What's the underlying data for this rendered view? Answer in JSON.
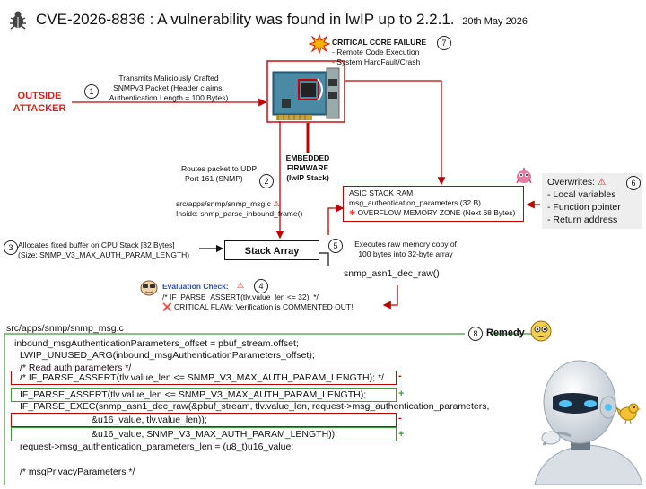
{
  "header": {
    "title": "CVE-2026-8836 : A vulnerability was found in lwIP up to 2.2.1.",
    "date": "20th May 2026"
  },
  "attacker": {
    "line1": "OUTSIDE",
    "line2": "ATTACKER",
    "step": "1",
    "desc1": "Transmits Maliciously Crafted",
    "desc2": "SNMPv3 Packet (Header claims:",
    "desc3": "Authentication Length = 100 Bytes)"
  },
  "failure": {
    "step": "7",
    "title": "CRITICAL CORE FAILURE",
    "item1": "- Remote Code Execution",
    "item2": "- System HardFault/Crash"
  },
  "firmware": {
    "line1": "EMBEDDED",
    "line2": "FIRMWARE",
    "line3": "(lwIP Stack)"
  },
  "route": {
    "line1": "Routes packet to UDP",
    "line2": "Port 161 (SNMP)",
    "step": "2"
  },
  "source_file": {
    "line1": "src/apps/snmp/snmp_msg.c",
    "line2": "Inside: snmp_parse_inbound_frame()"
  },
  "asic": {
    "line1": "ASIC STACK RAM",
    "line2": "msg_authentication_parameters (32 B)",
    "line3": "OVERFLOW MEMORY ZONE (Next 68 Bytes)"
  },
  "overwrites": {
    "title": "Overwrites:",
    "step": "6",
    "item1": "- Local variables",
    "item2": "- Function pointer",
    "item3": "- Return address"
  },
  "alloc": {
    "step": "3",
    "line1": "Allocates fixed buffer on CPU Stack [32 Bytes]",
    "line2": "(Size: SNMP_V3_MAX_AUTH_PARAM_LENGTH)"
  },
  "stack_array": {
    "label": "Stack Array"
  },
  "copy": {
    "step": "5",
    "line1": "Executes raw memory copy of",
    "line2": "100 bytes into 32-byte array",
    "func": "snmp_asn1_dec_raw()"
  },
  "evaluation": {
    "label": "Evaluation Check:",
    "step": "4",
    "line1": "/* IF_PARSE_ASSERT(tlv.value_len <= 32); */",
    "line2": "CRITICAL FLAW: Verification is COMMENTED OUT!"
  },
  "remedy": {
    "file": "src/apps/snmp/snmp_msg.c",
    "step": "8",
    "title": "Remedy",
    "lines": [
      "inbound_msgAuthenticationParameters_offset = pbuf_stream.offset;",
      "LWIP_UNUSED_ARG(inbound_msgAuthenticationParameters_offset);",
      "/* Read auth parameters */",
      "/* IF_PARSE_ASSERT(tlv.value_len <= SNMP_V3_MAX_AUTH_PARAM_LENGTH); */",
      "IF_PARSE_ASSERT(tlv.value_len <= SNMP_V3_MAX_AUTH_PARAM_LENGTH);",
      "IF_PARSE_EXEC(snmp_asn1_dec_raw(&pbuf_stream, tlv.value_len, request->msg_authentication_parameters,",
      "&u16_value, tlv.value_len));",
      "&u16_value, SNMP_V3_MAX_AUTH_PARAM_LENGTH));",
      "request->msg_authentication_parameters_len = (u8_t)u16_value;",
      "/* msgPrivacyParameters */"
    ],
    "minus": "-",
    "plus": "+"
  },
  "colors": {
    "alert_red": "#e41b17",
    "wire_red": "#c00000",
    "remedy_green": "#3f9a3f",
    "eval_blue": "#2b4fa8"
  },
  "icons": [
    "bug-icon",
    "warning-icon",
    "explosion-icon",
    "cross-icon",
    "virus-icon",
    "network-card-icon",
    "robot-icon",
    "bird-icon",
    "face-icon"
  ]
}
